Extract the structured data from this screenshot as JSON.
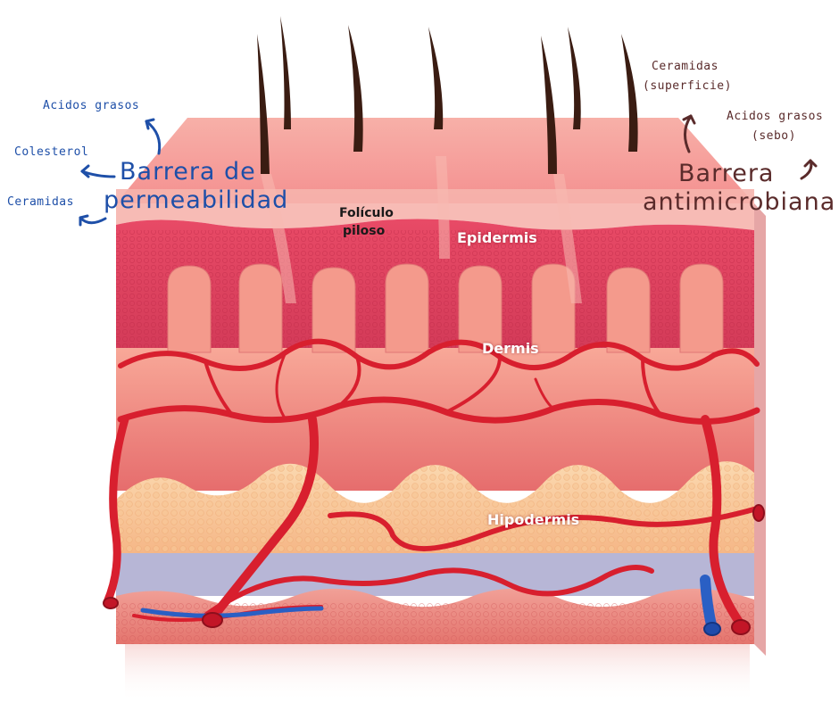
{
  "labels": {
    "barrera_permeabilidad": "Barrera de permeabilidad",
    "barrera_permeabilidad_l1": "Barrera de",
    "barrera_permeabilidad_l2": "permeabilidad",
    "acidos_grasos_left": "Acidos grasos",
    "colesterol": "Colesterol",
    "ceramidas_left": "Ceramidas",
    "barrera_antimicrobiana_l1": "Barrera",
    "barrera_antimicrobiana_l2": "antimicrobiana",
    "ceramidas_right_l1": "Ceramidas",
    "ceramidas_right_l2": "(superficie)",
    "acidos_grasos_right_l1": "Acidos grasos",
    "acidos_grasos_right_l2": "(sebo)",
    "foliculo_l1": "Folículo",
    "foliculo_l2": "piloso",
    "epidermis": "Epidermis",
    "dermis": "Dermis",
    "hipodermis": "Hipodermis"
  },
  "colors": {
    "blue_text": "#1e4fa8",
    "brown_text": "#5a2b2b",
    "surface": "#f6a0a0",
    "epidermis": "#e0506a",
    "dermis": "#f08f85",
    "hypodermis": "#f7c79a",
    "fascia": "#b9b9d8",
    "muscle": "#ea8f86",
    "vessel_red": "#d81f2e",
    "vessel_blue": "#2a5fc4",
    "hair": "#3a1c12"
  }
}
